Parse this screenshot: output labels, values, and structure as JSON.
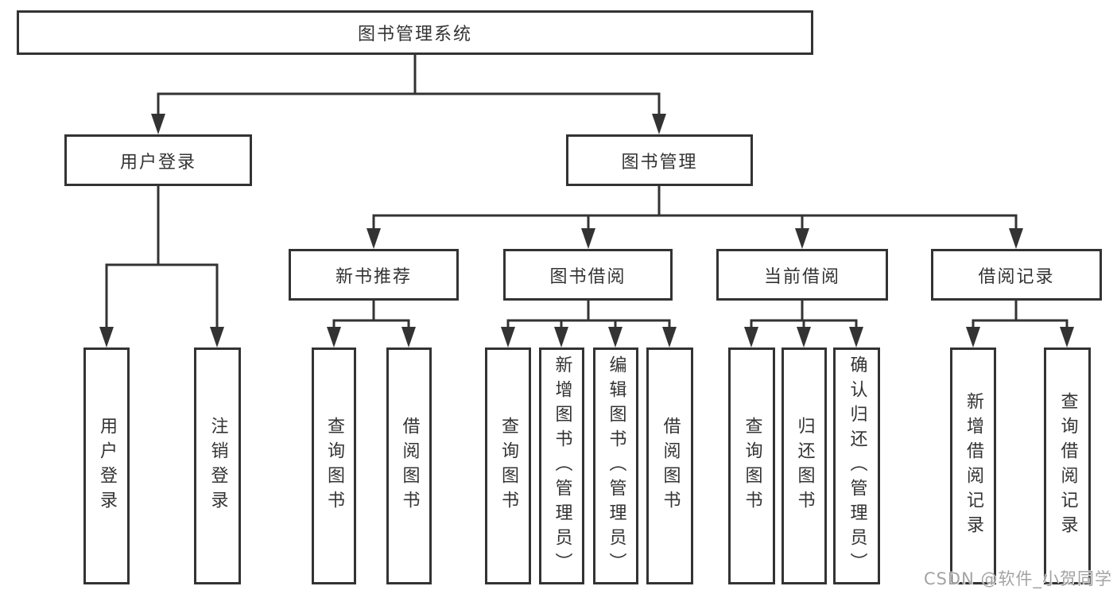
{
  "diagram": {
    "root": "图书管理系统",
    "branches": [
      {
        "label": "用户登录",
        "children": [
          "用户登录",
          "注销登录"
        ]
      },
      {
        "label": "图书管理",
        "sections": [
          {
            "label": "新书推荐",
            "children": [
              "查询图书",
              "借阅图书"
            ]
          },
          {
            "label": "图书借阅",
            "children": [
              "查询图书",
              "新增图书（管理员）",
              "编辑图书（管理员）",
              "借阅图书"
            ]
          },
          {
            "label": "当前借阅",
            "children": [
              "查询图书",
              "归还图书",
              "确认归还（管理员）"
            ]
          },
          {
            "label": "借阅记录",
            "children": [
              "新增借阅记录",
              "查询借阅记录"
            ]
          }
        ]
      }
    ],
    "watermark": "CSDN @软件_小贺同学"
  }
}
